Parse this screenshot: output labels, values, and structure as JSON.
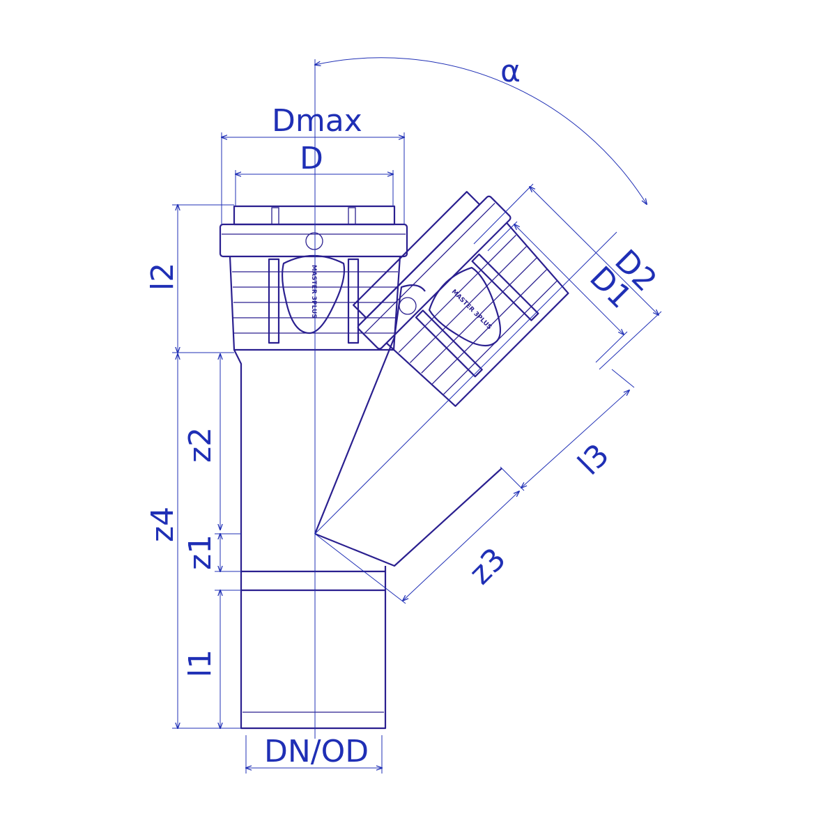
{
  "labels": {
    "alpha": "α",
    "dmax": "Dmax",
    "d": "D",
    "d1": "D1",
    "d2": "D2",
    "l1": "l1",
    "l2": "l2",
    "l3": "l3",
    "z1": "z1",
    "z2": "z2",
    "z3": "z3",
    "z4": "z4",
    "dnod": "DN/OD"
  },
  "logo_text": "MASTER 3PLUS",
  "colors": {
    "outline": "#2a1f8f",
    "dimension": "#1f2fb5"
  }
}
